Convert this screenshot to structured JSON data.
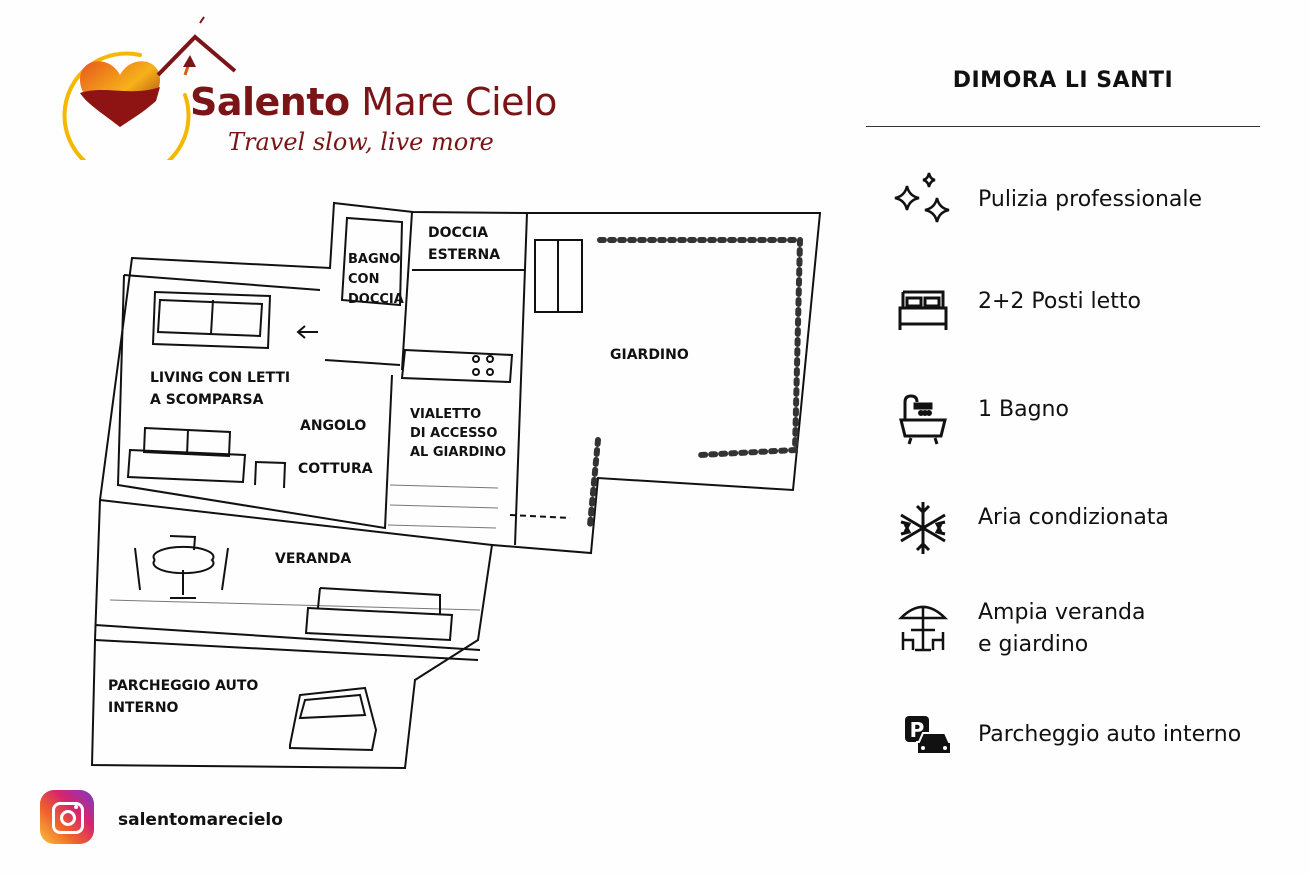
{
  "logo": {
    "brand_bold": "Salento",
    "brand_light": "Mare Cielo",
    "tagline": "Travel slow, live more"
  },
  "floorplan": {
    "rooms": {
      "bagno": [
        "BAGNO",
        "CON",
        "DOCCIA"
      ],
      "doccia_esterna": [
        "DOCCIA",
        "ESTERNA"
      ],
      "giardino": "GIARDINO",
      "living": [
        "LIVING CON LETTI",
        "A SCOMPARSA"
      ],
      "angolo": "ANGOLO",
      "cottura": "COTTURA",
      "vialetto": [
        "VIALETTO",
        "DI ACCESSO",
        "AL GIARDINO"
      ],
      "veranda": "VERANDA",
      "parcheggio": [
        "PARCHEGGIO AUTO",
        "INTERNO"
      ]
    }
  },
  "panel": {
    "title": "DIMORA LI SANTI",
    "features": [
      {
        "icon": "sparkles-icon",
        "label": "Pulizia professionale"
      },
      {
        "icon": "bed-icon",
        "label": "2+2 Posti letto"
      },
      {
        "icon": "bathtub-icon",
        "label": "1 Bagno"
      },
      {
        "icon": "snowflake-icon",
        "label": "Aria condizionata"
      },
      {
        "icon": "umbrella-table-icon",
        "label": [
          "Ampia veranda",
          "e giardino"
        ]
      },
      {
        "icon": "parking-car-icon",
        "label": "Parcheggio auto interno"
      }
    ]
  },
  "social": {
    "instagram": "salentomarecielo"
  }
}
